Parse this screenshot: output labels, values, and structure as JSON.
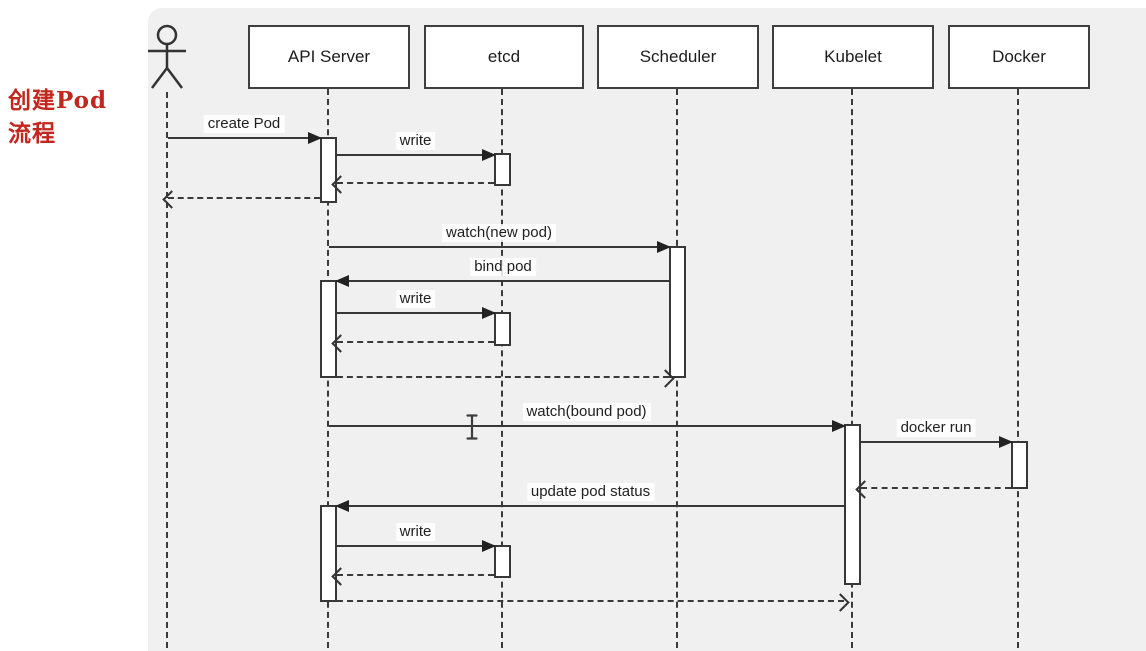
{
  "title": {
    "line1": "创建Pod",
    "line2": "流程"
  },
  "participants": [
    {
      "name": "API Server"
    },
    {
      "name": "etcd"
    },
    {
      "name": "Scheduler"
    },
    {
      "name": "Kubelet"
    },
    {
      "name": "Docker"
    }
  ],
  "messages": {
    "create_pod": "create Pod",
    "write_1": "write",
    "watch_new_pod": "watch(new pod)",
    "bind_pod": "bind pod",
    "write_2": "write",
    "watch_bound_pod": "watch(bound pod)",
    "docker_run": "docker run",
    "update_pod_status": "update pod status",
    "write_3": "write"
  },
  "icons": {
    "actor": "stick-figure-actor",
    "cursor": "text-ibeam-cursor"
  },
  "colors": {
    "page_background": "#ffffff",
    "canvas_background": "#f0f0f1",
    "line": "#383838",
    "box_fill": "#ffffff",
    "box_border": "#3f3f3f",
    "title_red": "#c2261d"
  }
}
